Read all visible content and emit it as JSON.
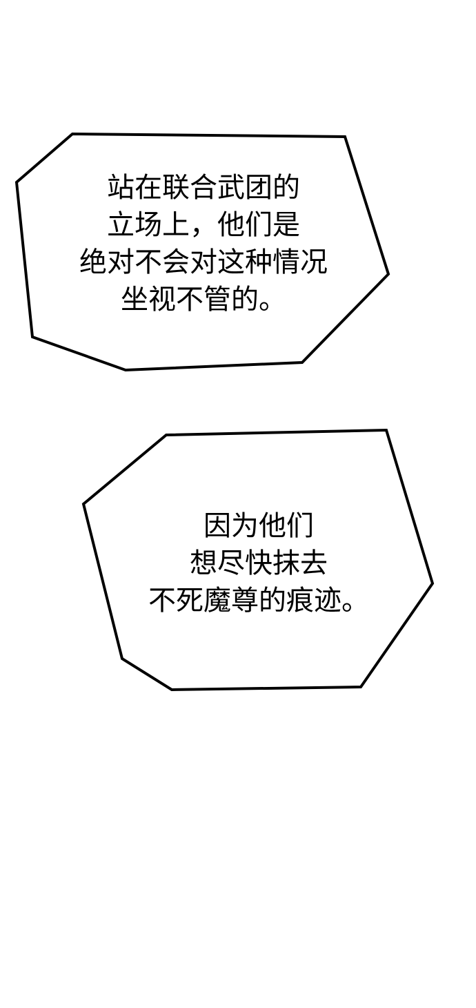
{
  "page": {
    "background": "#ffffff"
  },
  "bubbles": [
    {
      "id": "bubble-1",
      "outline_color": "#000000",
      "fill_color": "#ffffff",
      "lines": [
        "站在联合武团的",
        "立场上，他们是",
        "绝对不会对这种情况",
        "坐视不管的。"
      ]
    },
    {
      "id": "bubble-2",
      "outline_color": "#000000",
      "fill_color": "#ffffff",
      "lines": [
        "因为他们",
        "想尽快抹去",
        "不死魔尊的痕迹。"
      ]
    }
  ]
}
